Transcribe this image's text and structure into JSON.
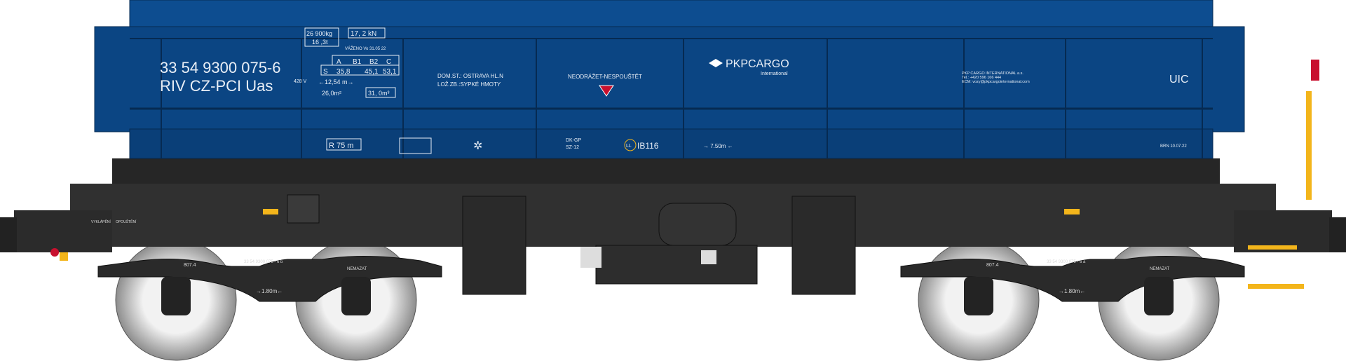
{
  "colors": {
    "body_blue": "#0b4583",
    "body_blue_dark": "#083667",
    "underframe": "#2b2b2b",
    "warning_yellow": "#f3b51b",
    "wheel_grey": "#c9c9c9",
    "marking_white": "#e8eef6"
  },
  "wagon": {
    "number": "33 54 9300 075-6",
    "designation": "RIV CZ-PCI Uas",
    "designation_sup": "428 V",
    "tare_kg": "26 900kg",
    "tare_t": "16 ,3t",
    "brake_force": "17, 2 kN",
    "weighed": "VÁŽENO Vo 31.05 22",
    "load_table": {
      "headers": [
        "A",
        "B1",
        "B2",
        "C"
      ],
      "row_label": "S",
      "values": [
        "35,8",
        "45,1",
        "53,1"
      ]
    },
    "length": "←12,54 m→",
    "area": "26,0m²",
    "volume": "31, 0m³",
    "home_station": "DOM.ST.: OSTRAVA HL.N",
    "load": "LOŽ.ZB.:SYPKÉ HMOTY",
    "warning": "NEODRÁŽET-NESPOUŠTĚT",
    "logo_text": "PKPCARGO",
    "logo_sub": "International",
    "owner_lines": [
      "PKP CARGO INTERNATIONAL a.s.",
      "Tel.: +420 596 166 444",
      "ECM: vozy@pkpcargointernational.com"
    ],
    "uic": "UIC",
    "radius": "R 75 m",
    "dk_gp": "DK-GP",
    "sz": "SZ-12",
    "ll": "LL",
    "ib": "IB116",
    "bogie_distance": "→ 7.50m ←",
    "revision": "BRN 10.07.22",
    "lever_labels": [
      "VYKLÁPĚNÍ",
      "OPOUŠTĚNÍ"
    ]
  },
  "bogies": [
    {
      "code": "807.4",
      "number": "33 54 9300 075 - 6 b",
      "note": "NEMAZAT",
      "wheelbase": "→1.80m←"
    },
    {
      "code": "807.4",
      "number": "33 54 9300 075 - 6 a",
      "note": "NEMAZAT",
      "wheelbase": "→1.80m←"
    }
  ]
}
